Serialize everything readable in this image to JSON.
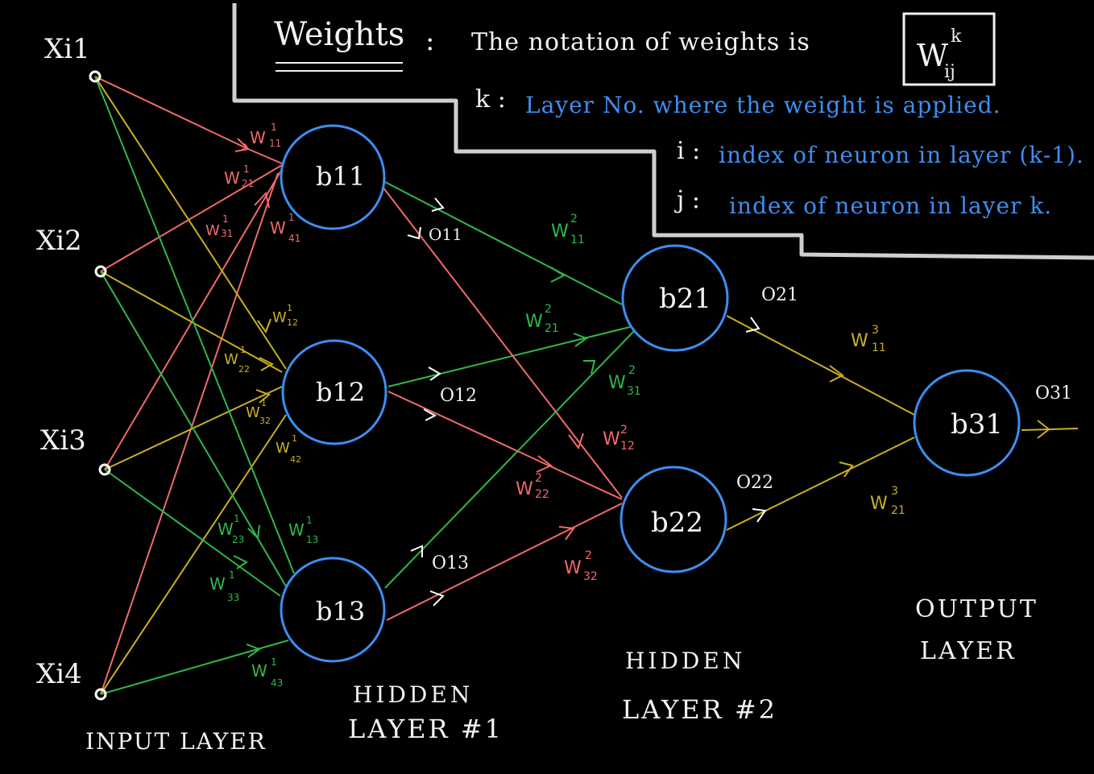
{
  "legend": {
    "title": "Weights",
    "colon": ":",
    "text": "The notation of weights is",
    "notation_main": "W",
    "notation_sup": "k",
    "notation_sub": "ij",
    "k_key": "k :",
    "k_desc": "Layer No. where the weight is applied.",
    "i_key": "i :",
    "i_desc": "index of neuron in layer (k-1).",
    "j_key": "j :",
    "j_desc": "index of neuron in layer k."
  },
  "inputs": [
    {
      "id": "x1",
      "label": "Xi1"
    },
    {
      "id": "x2",
      "label": "Xi2"
    },
    {
      "id": "x3",
      "label": "Xi3"
    },
    {
      "id": "x4",
      "label": "Xi4"
    }
  ],
  "neurons": [
    {
      "id": "b11",
      "label": "b11",
      "sub": "11",
      "layer": 1
    },
    {
      "id": "b12",
      "label": "b12",
      "sub": "12",
      "layer": 1
    },
    {
      "id": "b13",
      "label": "b13",
      "sub": "13",
      "layer": 1
    },
    {
      "id": "b21",
      "label": "b21",
      "sub": "21",
      "layer": 2
    },
    {
      "id": "b22",
      "label": "b22",
      "sub": "22",
      "layer": 2
    },
    {
      "id": "b31",
      "label": "b31",
      "sub": "31",
      "layer": 3
    }
  ],
  "outputs": [
    {
      "id": "o11",
      "label": "O11"
    },
    {
      "id": "o12",
      "label": "O12"
    },
    {
      "id": "o13",
      "label": "O13"
    },
    {
      "id": "o21",
      "label": "O21"
    },
    {
      "id": "o22",
      "label": "O22"
    },
    {
      "id": "o31",
      "label": "O31"
    }
  ],
  "weights": [
    {
      "id": "w1_11",
      "label": "W",
      "sup": "1",
      "sub": "11",
      "color": "#f06a6a"
    },
    {
      "id": "w1_21",
      "label": "W",
      "sup": "1",
      "sub": "21",
      "color": "#f06a6a"
    },
    {
      "id": "w1_31",
      "label": "W",
      "sup": "1",
      "sub": "31",
      "color": "#f06a6a"
    },
    {
      "id": "w1_41",
      "label": "W",
      "sup": "1",
      "sub": "41",
      "color": "#f06a6a"
    },
    {
      "id": "w1_12",
      "label": "W",
      "sup": "1",
      "sub": "12",
      "color": "#c8b020"
    },
    {
      "id": "w1_22",
      "label": "W",
      "sup": "1",
      "sub": "22",
      "color": "#c8b020"
    },
    {
      "id": "w1_32",
      "label": "W",
      "sup": "1",
      "sub": "32",
      "color": "#c8b020"
    },
    {
      "id": "w1_42",
      "label": "W",
      "sup": "1",
      "sub": "42",
      "color": "#c8b020"
    },
    {
      "id": "w1_13",
      "label": "W",
      "sup": "1",
      "sub": "13",
      "color": "#2fb84a"
    },
    {
      "id": "w1_23",
      "label": "W",
      "sup": "1",
      "sub": "23",
      "color": "#2fb84a"
    },
    {
      "id": "w1_33",
      "label": "W",
      "sup": "1",
      "sub": "33",
      "color": "#2fb84a"
    },
    {
      "id": "w1_43",
      "label": "W",
      "sup": "1",
      "sub": "43",
      "color": "#2fb84a"
    },
    {
      "id": "w2_11",
      "label": "W",
      "sup": "2",
      "sub": "11",
      "color": "#2fb84a"
    },
    {
      "id": "w2_21",
      "label": "W",
      "sup": "2",
      "sub": "21",
      "color": "#2fb84a"
    },
    {
      "id": "w2_31",
      "label": "W",
      "sup": "2",
      "sub": "31",
      "color": "#2fb84a"
    },
    {
      "id": "w2_12",
      "label": "W",
      "sup": "2",
      "sub": "12",
      "color": "#f06a6a"
    },
    {
      "id": "w2_22",
      "label": "W",
      "sup": "2",
      "sub": "22",
      "color": "#f06a6a"
    },
    {
      "id": "w2_32",
      "label": "W",
      "sup": "2",
      "sub": "32",
      "color": "#f06a6a"
    },
    {
      "id": "w3_11",
      "label": "W",
      "sup": "3",
      "sub": "11",
      "color": "#c8b020"
    },
    {
      "id": "w3_21",
      "label": "W",
      "sup": "3",
      "sub": "21",
      "color": "#c8b020"
    }
  ],
  "layer_labels": {
    "input": "INPUT LAYER",
    "hidden1_line1": "HIDDEN",
    "hidden1_line2": "LAYER #1",
    "hidden2_line1": "HIDDEN",
    "hidden2_line2": "LAYER #2",
    "output_line1": "OUTPUT",
    "output_line2": "LAYER"
  },
  "colors": {
    "background": "#000000",
    "neuron_stroke": "#3d8ef0",
    "edge_green": "#2fb84a",
    "edge_red": "#f06a6a",
    "edge_yellow": "#c8b020",
    "legend_blue": "#3d8ef0",
    "divider": "#cfcfcf"
  }
}
